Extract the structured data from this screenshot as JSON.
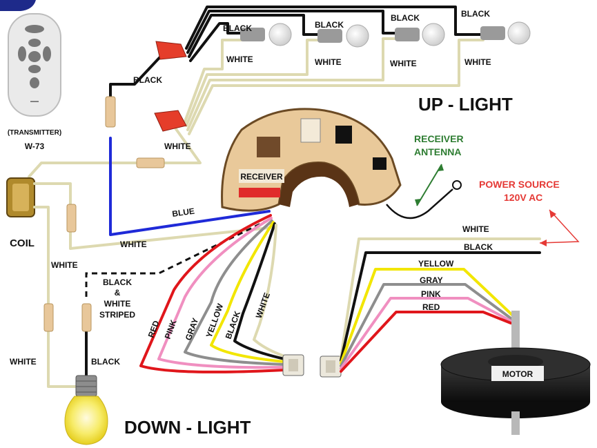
{
  "remote": {
    "caption": "(TRANSMITTER)",
    "model": "W-73"
  },
  "labels": {
    "up_light": "UP - LIGHT",
    "down_light": "DOWN - LIGHT",
    "coil": "COIL",
    "receiver": "RECEIVER",
    "antenna_line1": "RECEIVER",
    "antenna_line2": "ANTENNA",
    "power_line1": "POWER SOURCE",
    "power_line2": "120V AC",
    "motor": "MOTOR"
  },
  "wires": {
    "black": "BLACK",
    "white": "WHITE",
    "blue": "BLUE",
    "yellow": "YELLOW",
    "gray": "GRAY",
    "pink": "PINK",
    "red": "RED",
    "striped_1": "BLACK",
    "striped_2": "&",
    "striped_3": "WHITE",
    "striped_4": "STRIPED"
  },
  "colors": {
    "black": "#111111",
    "white_wire": "#ddd9b0",
    "blue": "#1f2ad8",
    "red": "#e0161b",
    "pink": "#f08fc0",
    "gray": "#8e8e8e",
    "yellow": "#f2e600",
    "receiver_body": "#e9c99a",
    "motor": "#1a1a1a",
    "antenna_green": "#2e7d32",
    "power_red": "#e53935"
  }
}
